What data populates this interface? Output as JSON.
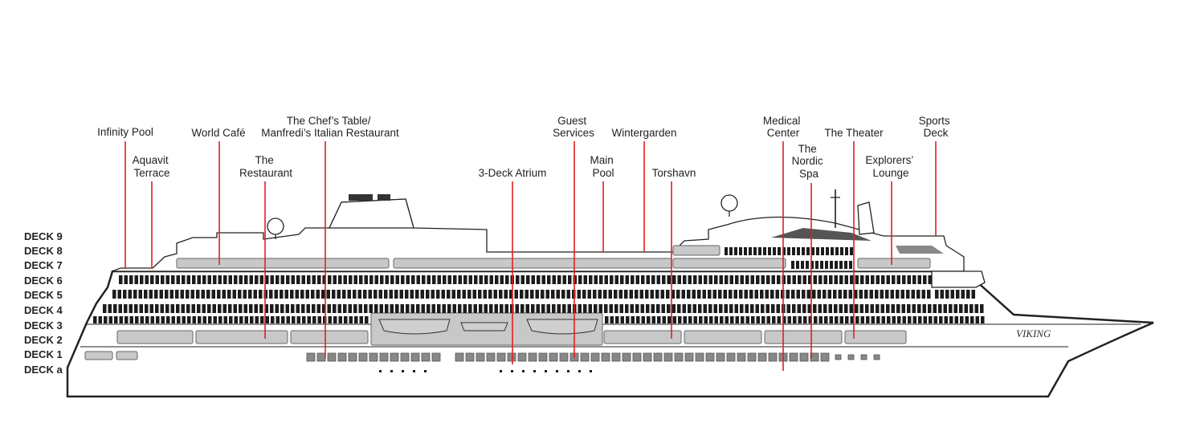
{
  "decks": [
    "DECK 9",
    "DECK 8",
    "DECK 7",
    "DECK 6",
    "DECK 5",
    "DECK 4",
    "DECK 3",
    "DECK 2",
    "DECK 1",
    "DECK a"
  ],
  "ship_name": "VIKING",
  "callouts": [
    {
      "id": "infinity-pool",
      "lines": [
        "Infinity Pool"
      ]
    },
    {
      "id": "aquavit-terrace",
      "lines": [
        "Aquavit",
        "Terrace"
      ]
    },
    {
      "id": "world-cafe",
      "lines": [
        "World Café"
      ]
    },
    {
      "id": "the-restaurant",
      "lines": [
        "The",
        "Restaurant"
      ]
    },
    {
      "id": "chefs-table",
      "lines": [
        "The Chef’s Table/",
        "Manfredi’s Italian Restaurant"
      ]
    },
    {
      "id": "three-deck-atrium",
      "lines": [
        "3-Deck Atrium"
      ]
    },
    {
      "id": "guest-services",
      "lines": [
        "Guest",
        "Services"
      ]
    },
    {
      "id": "main-pool",
      "lines": [
        "Main",
        "Pool"
      ]
    },
    {
      "id": "wintergarden",
      "lines": [
        "Wintergarden"
      ]
    },
    {
      "id": "torshavn",
      "lines": [
        "Torshavn"
      ]
    },
    {
      "id": "medical-center",
      "lines": [
        "Medical",
        "Center"
      ]
    },
    {
      "id": "nordic-spa",
      "lines": [
        "The",
        "Nordic",
        "Spa"
      ]
    },
    {
      "id": "the-theater",
      "lines": [
        "The Theater"
      ]
    },
    {
      "id": "explorers-lounge",
      "lines": [
        "Explorers’",
        "Lounge"
      ]
    },
    {
      "id": "sports-deck",
      "lines": [
        "Sports",
        "Deck"
      ]
    }
  ],
  "colors": {
    "callout_line": "#e02020",
    "outline": "#222222",
    "public_area": "#c8c8c8"
  }
}
